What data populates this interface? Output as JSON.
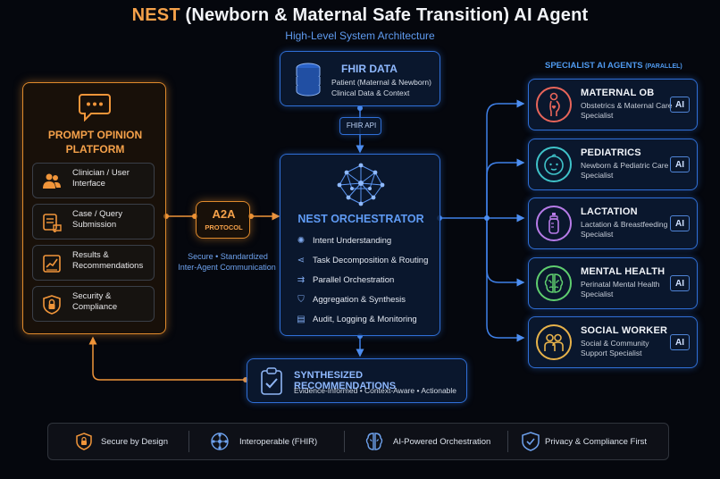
{
  "header": {
    "title_accent": "NEST",
    "title_rest": " (Newborn & Maternal Safe Transition) AI Agent",
    "subtitle": "High-Level System Architecture"
  },
  "colors": {
    "accent_orange": "#f5a14a",
    "accent_blue": "#2f6fd6",
    "background": "#05070d"
  },
  "fhir": {
    "title": "FHIR DATA",
    "line1": "Patient (Maternal & Newborn)",
    "line2": "Clinical Data & Context",
    "icon": "database-icon",
    "api_label": "FHIR API"
  },
  "platform": {
    "title_line1": "PROMPT OPINION",
    "title_line2": "PLATFORM",
    "icon": "chat-bubble-icon",
    "items": [
      {
        "label": "Clinician / User Interface",
        "icon": "users-icon"
      },
      {
        "label": "Case / Query Submission",
        "icon": "document-icon"
      },
      {
        "label": "Results & Recommendations",
        "icon": "chart-icon"
      },
      {
        "label": "Security & Compliance",
        "icon": "shield-lock-icon"
      }
    ]
  },
  "a2a": {
    "title": "A2A",
    "subtitle": "PROTOCOL",
    "caption_line1": "Secure • Standardized",
    "caption_line2": "Inter-Agent Communication"
  },
  "orchestrator": {
    "title": "NEST ORCHESTRATOR",
    "icon": "network-brain-icon",
    "items": [
      {
        "label": "Intent Understanding",
        "icon": "brain-icon"
      },
      {
        "label": "Task Decomposition & Routing",
        "icon": "share-icon"
      },
      {
        "label": "Parallel Orchestration",
        "icon": "parallel-icon"
      },
      {
        "label": "Aggregation & Synthesis",
        "icon": "check-shield-icon"
      },
      {
        "label": "Audit, Logging & Monitoring",
        "icon": "clipboard-icon"
      }
    ]
  },
  "specialists": {
    "heading": "SPECIALIST AI AGENTS",
    "heading_small": "(PARALLEL)",
    "ai_badge": "AI",
    "agents": [
      {
        "name": "MATERNAL OB",
        "desc": "Obstetrics & Maternal Care Specialist",
        "icon": "pregnant-icon",
        "color": "#e8655a"
      },
      {
        "name": "PEDIATRICS",
        "desc": "Newborn & Pediatric Care Specialist",
        "icon": "baby-face-icon",
        "color": "#3fc3c9"
      },
      {
        "name": "LACTATION",
        "desc": "Lactation & Breastfeeding Specialist",
        "icon": "bottle-icon",
        "color": "#b77be8"
      },
      {
        "name": "MENTAL HEALTH",
        "desc": "Perinatal Mental Health Specialist",
        "icon": "brain-icon",
        "color": "#5fcf6f"
      },
      {
        "name": "SOCIAL WORKER",
        "desc": "Social & Community Support Specialist",
        "icon": "people-icon",
        "color": "#e7b24a"
      }
    ]
  },
  "synth": {
    "title": "SYNTHESIZED RECOMMENDATIONS",
    "subtitle": "Evidence-Informed • Context-Aware • Actionable",
    "icon": "clipboard-check-icon"
  },
  "footer": [
    {
      "label": "Secure by Design",
      "icon": "lock-shield-icon"
    },
    {
      "label": "Interoperable (FHIR)",
      "icon": "network-icon"
    },
    {
      "label": "AI-Powered Orchestration",
      "icon": "brain-icon"
    },
    {
      "label": "Privacy & Compliance First",
      "icon": "shield-check-icon"
    }
  ]
}
